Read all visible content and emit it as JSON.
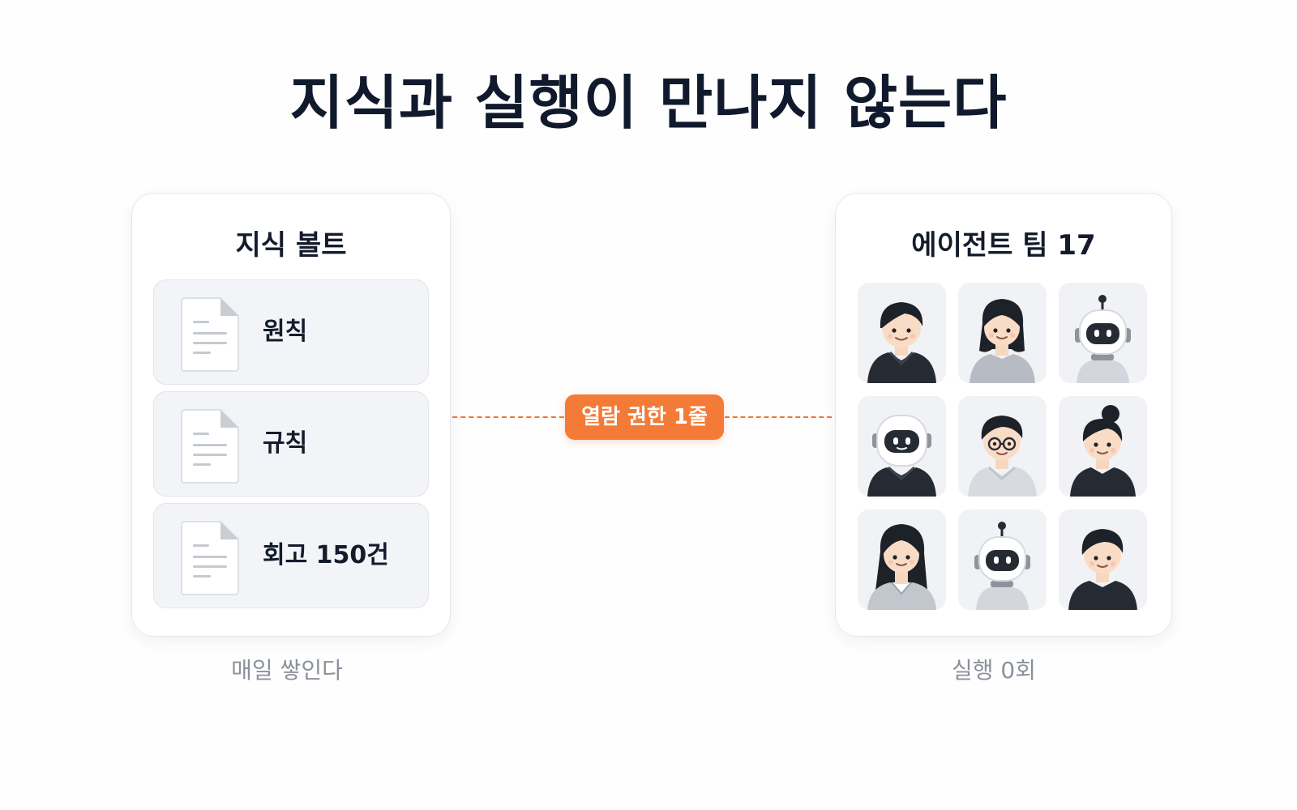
{
  "title": "지식과 실행이 만나지 않는다",
  "vault": {
    "title": "지식 볼트",
    "items": [
      {
        "label": "원칙",
        "icon": "document-icon"
      },
      {
        "label": "규칙",
        "icon": "document-icon"
      },
      {
        "label": "회고 150건",
        "icon": "document-icon"
      }
    ],
    "caption": "매일 쌓인다"
  },
  "connector": {
    "label": "열람 권한 1줄",
    "color": "#f47a38"
  },
  "team": {
    "title": "에이전트 팀 17",
    "members": [
      {
        "kind": "person-hoodie-icon"
      },
      {
        "kind": "person-long-hair-icon"
      },
      {
        "kind": "robot-icon"
      },
      {
        "kind": "robot-hoodie-icon"
      },
      {
        "kind": "person-glasses-icon"
      },
      {
        "kind": "person-bun-icon"
      },
      {
        "kind": "person-long-hair-collar-icon"
      },
      {
        "kind": "robot-icon"
      },
      {
        "kind": "person-short-hair-icon"
      }
    ],
    "caption": "실행 0회"
  },
  "colors": {
    "title": "#101a2c",
    "accent": "#f47a38",
    "caption": "#8b919c",
    "tile": "#f1f2f5"
  }
}
